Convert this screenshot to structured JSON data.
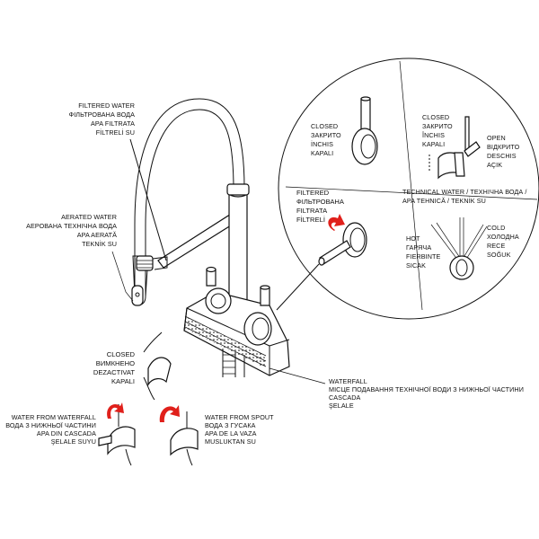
{
  "colors": {
    "line": "#111111",
    "arrow": "#e0201b",
    "background": "#ffffff"
  },
  "labels": {
    "filtered_top": [
      "FILTERED WATER",
      "ФІЛЬТРОВАНА ВОДА",
      "APA FILTRATA",
      "FİLTRELİ SU"
    ],
    "aerated": [
      "AERATED WATER",
      "АЕРОВАНА ТЕХНІЧНА ВОДА",
      "APA AERATĂ",
      "TEKNİK SU"
    ],
    "closed_main": [
      "CLOSED",
      "ВИМКНЕНО",
      "DEZACTIVAT",
      "KAPALI"
    ],
    "waterfall": [
      "WATERFALL",
      "МІСЦЕ ПОДАВАННЯ ТЕХНІЧНОЇ ВОДИ З НИЖНЬОЇ ЧАСТИНИ",
      "CASCADA",
      "ŞELALE"
    ],
    "from_waterfall": [
      "WATER FROM WATERFALL",
      "ВОДА З НИЖНЬОЇ ЧАСТИНИ",
      "APA DIN CASCADA",
      "ŞELALE SUYU"
    ],
    "from_spout": [
      "WATER FROM SPOUT",
      "ВОДА З ГУСАКА",
      "APA DE LA VAZA",
      "MUSLUKTAN SU"
    ],
    "circle_closed": [
      "CLOSED",
      "ЗАКРИТО",
      "İNCHIS",
      "KAPALI"
    ],
    "circle_filtered": [
      "FILTERED",
      "ФІЛЬТРОВАНА",
      "FILTRATA",
      "FİLTRELİ"
    ],
    "circle_closed2": [
      "CLOSED",
      "ЗАКРИТО",
      "ÎNCHIS",
      "KAPALI"
    ],
    "open": [
      "OPEN",
      "ВІДКРИТО",
      "DESCHIS",
      "AÇIK"
    ],
    "technical": [
      "TECHNICAL WATER / ТЕХНІЧНА ВОДА /",
      "APA TEHNICĂ / TEKNİK SU"
    ],
    "hot": [
      "HOT",
      "ГАРЯЧА",
      "FIERBINTE",
      "SICAK"
    ],
    "cold": [
      "COLD",
      "ХОЛОДНА",
      "RECE",
      "SOĞUK"
    ]
  }
}
